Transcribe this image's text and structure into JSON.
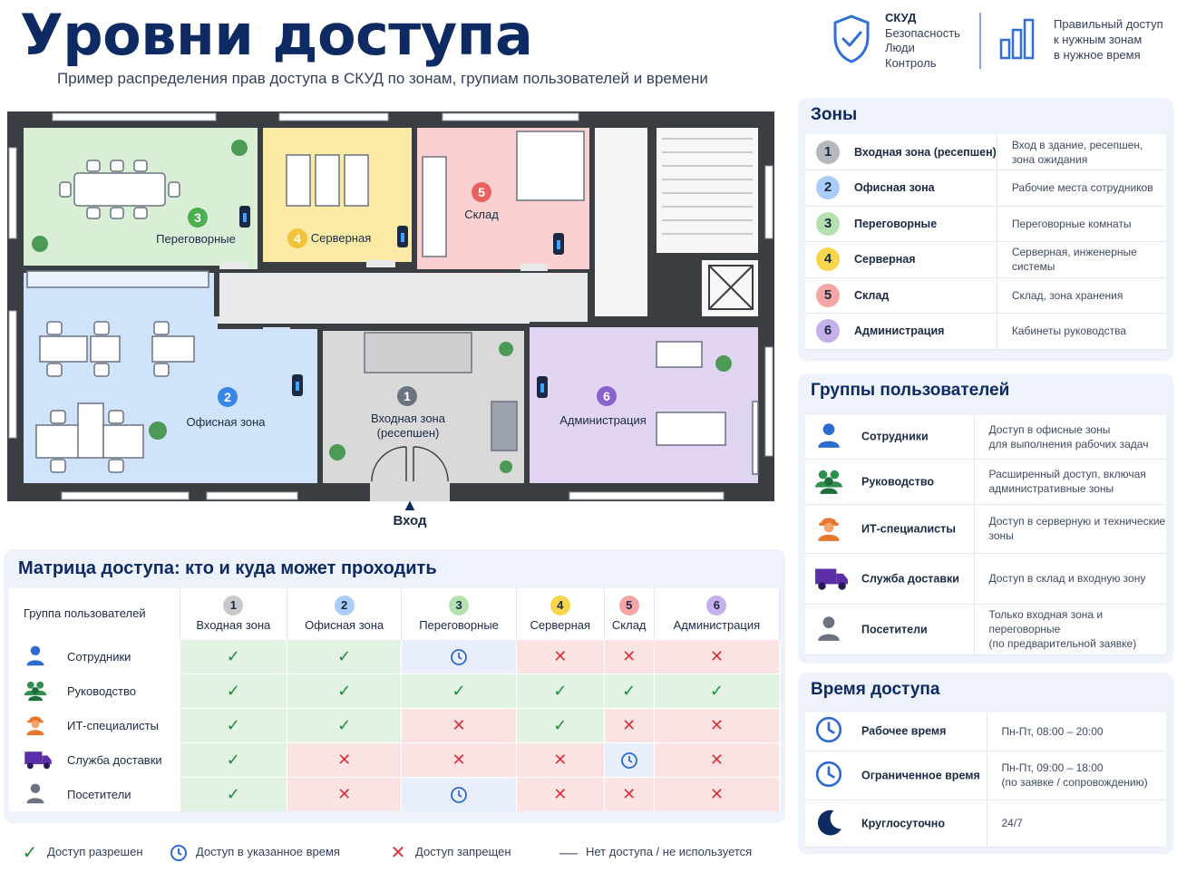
{
  "header": {
    "title": "Уровни доступа",
    "subtitle": "Пример распределения прав доступа в СКУД  по зонам, групиам пользователей и времени",
    "brand_lines": [
      "СКУД",
      "Безопасность",
      "Люди",
      "Контроль"
    ],
    "brand_right_lines": [
      "Правильный доступ",
      "к нужным зонам",
      "в нужное время"
    ]
  },
  "colors": {
    "zone1": "#d9d9d9",
    "zone2": "#cfe3fb",
    "zone3": "#d8efd6",
    "zone4": "#fbeaa6",
    "zone5": "#fbd0d0",
    "zone6": "#e1d5f3",
    "allow": "#1f8a3a",
    "time": "#2d6bd1",
    "deny": "#d8323a",
    "heading": "#0d2a63"
  },
  "plan": {
    "entrance_label": "Вход",
    "zones": [
      {
        "num": "1",
        "name": "Входная зона",
        "name2": "(ресепшен)"
      },
      {
        "num": "2",
        "name": "Офисная зона"
      },
      {
        "num": "3",
        "name": "Переговорные"
      },
      {
        "num": "4",
        "name": "Серверная"
      },
      {
        "num": "5",
        "name": "Склад"
      },
      {
        "num": "6",
        "name": "Администрация"
      }
    ]
  },
  "matrix": {
    "title": "Матрица доступа: кто и куда может проходить",
    "group_header": "Группа пользователей",
    "columns": [
      {
        "num": "1",
        "label": "Входная зона"
      },
      {
        "num": "2",
        "label": "Офисная зона"
      },
      {
        "num": "3",
        "label": "Переговорные"
      },
      {
        "num": "4",
        "label": "Серверная"
      },
      {
        "num": "5",
        "label": "Склад"
      },
      {
        "num": "6",
        "label": "Администрация"
      }
    ],
    "rows": [
      {
        "group": "Сотрудники",
        "icon": "person-icon",
        "cells": [
          "yes",
          "yes",
          "time",
          "no",
          "no",
          "no"
        ]
      },
      {
        "group": "Руководство",
        "icon": "group-icon",
        "cells": [
          "yes",
          "yes",
          "yes",
          "yes",
          "yes",
          "yes"
        ]
      },
      {
        "group": "ИТ-специалисты",
        "icon": "worker-icon",
        "cells": [
          "yes",
          "yes",
          "no",
          "yes",
          "no",
          "no"
        ]
      },
      {
        "group": "Служба доставки",
        "icon": "truck-icon",
        "cells": [
          "yes",
          "no",
          "no",
          "no",
          "time",
          "no"
        ]
      },
      {
        "group": "Посетители",
        "icon": "visitor-icon",
        "cells": [
          "yes",
          "no",
          "time",
          "no",
          "no",
          "no"
        ]
      }
    ]
  },
  "legend": {
    "allowed": "Доступ разрешен",
    "timed": "Доступ в указанное время",
    "denied": "Доступ запрещен",
    "none_symbol": "—",
    "none": "Нет доступа / не используется"
  },
  "zones_panel": {
    "title": "Зоны",
    "items": [
      {
        "num": "1",
        "name": "Входная зона (ресепшен)",
        "desc1": "Вход в здание, ресепшен,",
        "desc2": "зона ожидания"
      },
      {
        "num": "2",
        "name": "Офисная зона",
        "desc1": "Рабочие места сотрудников",
        "desc2": ""
      },
      {
        "num": "3",
        "name": "Переговорные",
        "desc1": "Переговорные комнаты",
        "desc2": ""
      },
      {
        "num": "4",
        "name": "Серверная",
        "desc1": "Серверная, инженерные системы",
        "desc2": ""
      },
      {
        "num": "5",
        "name": "Склад",
        "desc1": "Склад, зона хранения",
        "desc2": ""
      },
      {
        "num": "6",
        "name": "Администрация",
        "desc1": "Кабинеты руководства",
        "desc2": ""
      }
    ]
  },
  "groups_panel": {
    "title": "Группы пользователей",
    "items": [
      {
        "name": "Сотрудники",
        "icon": "person-icon",
        "desc1": "Доступ в офисные зоны",
        "desc2": "для выполнения рабочих задач"
      },
      {
        "name": "Руководство",
        "icon": "group-icon",
        "desc1": "Расширенный доступ, включая",
        "desc2": "административные зоны"
      },
      {
        "name": "ИТ-специалисты",
        "icon": "worker-icon",
        "desc1": "Доступ в серверную и технические зоны",
        "desc2": ""
      },
      {
        "name": "Служба доставки",
        "icon": "truck-icon",
        "desc1": "Доступ в склад и входную зону",
        "desc2": ""
      },
      {
        "name": "Посетители",
        "icon": "visitor-icon",
        "desc1": "Только входная зона и переговорные",
        "desc2": "(по предварительной заявке)"
      }
    ]
  },
  "time_panel": {
    "title": "Время доступа",
    "items": [
      {
        "name": "Рабочее время",
        "icon": "clock-icon",
        "desc1": "Пн-Пт, 08:00 – 20:00",
        "desc2": ""
      },
      {
        "name": "Ограниченное время",
        "icon": "clock-icon",
        "desc1": "Пн-Пт, 09:00 – 18:00",
        "desc2": "(по заявке / сопровождению)"
      },
      {
        "name": "Круглосуточно",
        "icon": "moon-icon",
        "desc1": "24/7",
        "desc2": ""
      }
    ]
  }
}
